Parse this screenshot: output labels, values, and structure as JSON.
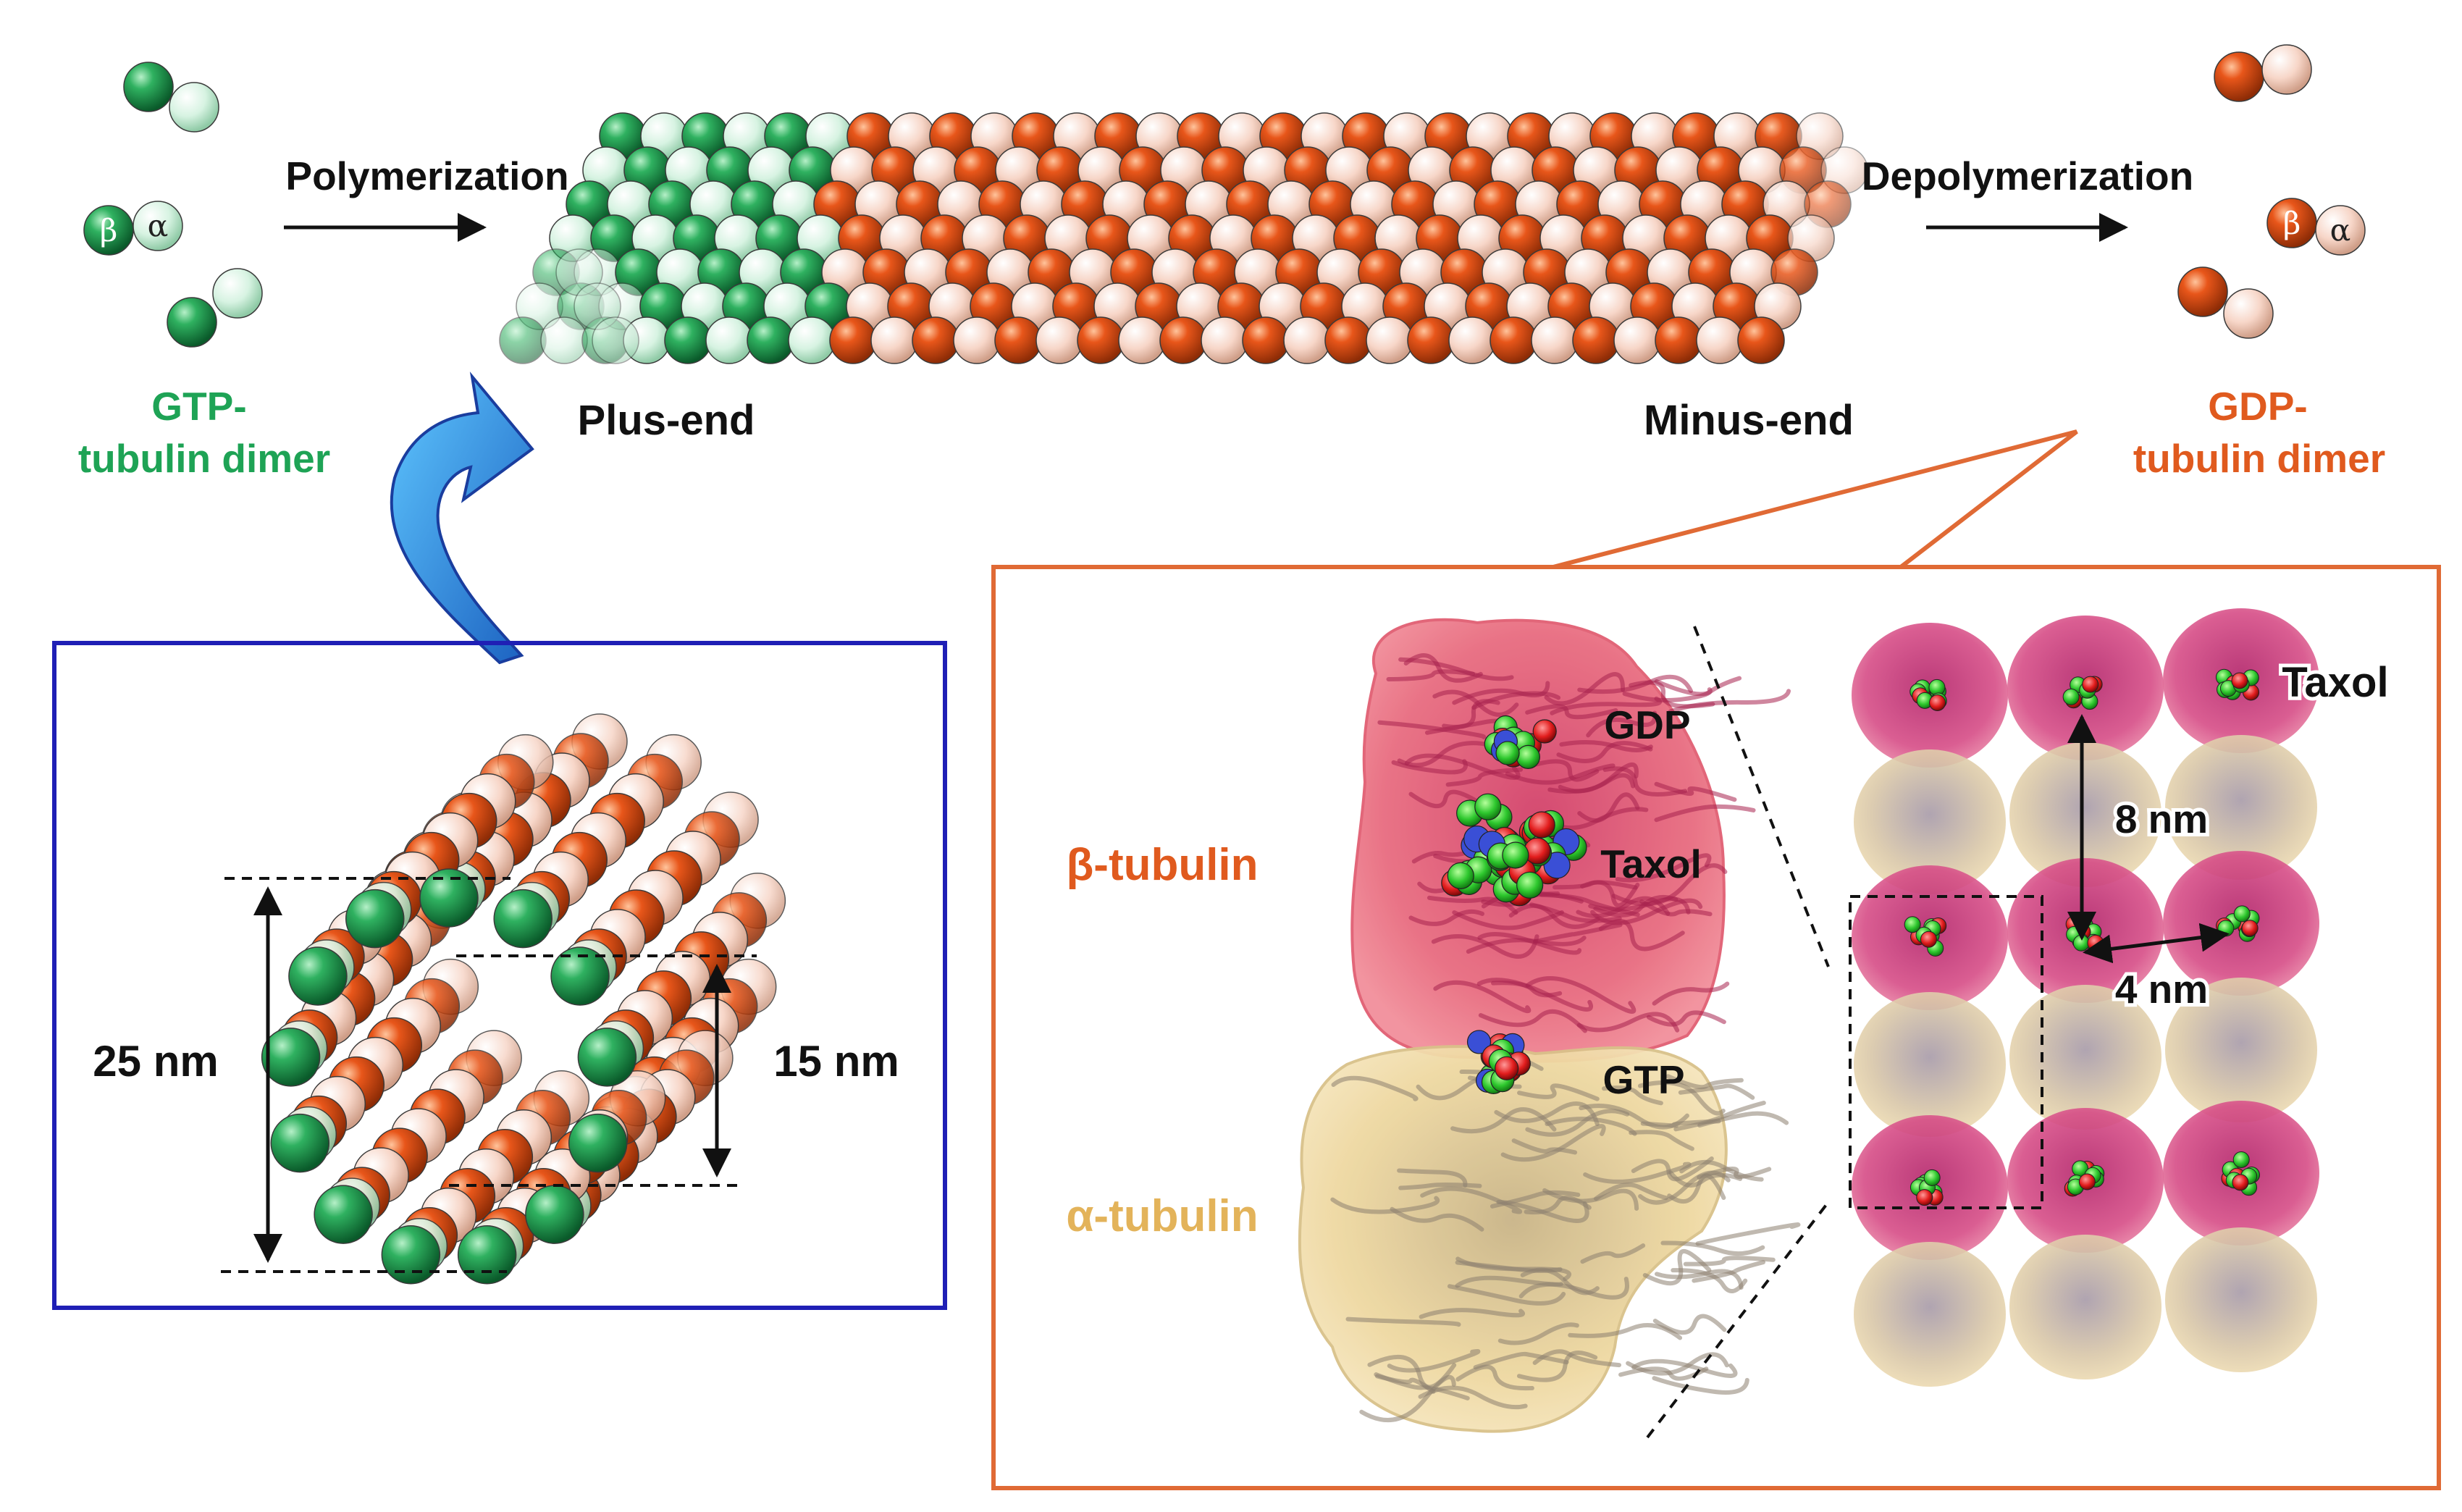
{
  "colors": {
    "green_dark": "#13843f",
    "green_light": "#cdeedb",
    "orange": "#d94c16",
    "peach": "#f6d0c0",
    "blue_frame": "#1f1fb5",
    "orange_frame": "#e06a35",
    "blue_arrow": "#2a8fd8",
    "beta_red": "#e86478",
    "alpha_tan": "#efd9a2",
    "green_label": "#1ea355",
    "orange_label": "#e05a1e",
    "alpha_label": "#e3b35a"
  },
  "top": {
    "polymerization": "Polymerization",
    "depolymerization": "Depolymerization",
    "plus_end": "Plus-end",
    "minus_end": "Minus-end",
    "gtp_dimer_line1": "GTP-",
    "gtp_dimer_line2": "tubulin dimer",
    "gdp_dimer_line1": "GDP-",
    "gdp_dimer_line2": "tubulin dimer",
    "beta_symbol": "β",
    "alpha_symbol": "α"
  },
  "cross_section": {
    "outer_diameter": "25 nm",
    "inner_diameter": "15 nm"
  },
  "structure": {
    "gdp": "GDP",
    "taxol": "Taxol",
    "gtp": "GTP",
    "beta_tubulin": "β-tubulin",
    "alpha_tubulin": "α-tubulin"
  },
  "lattice": {
    "taxol": "Taxol",
    "spacing_vertical": "8 nm",
    "spacing_horizontal": "4 nm"
  }
}
